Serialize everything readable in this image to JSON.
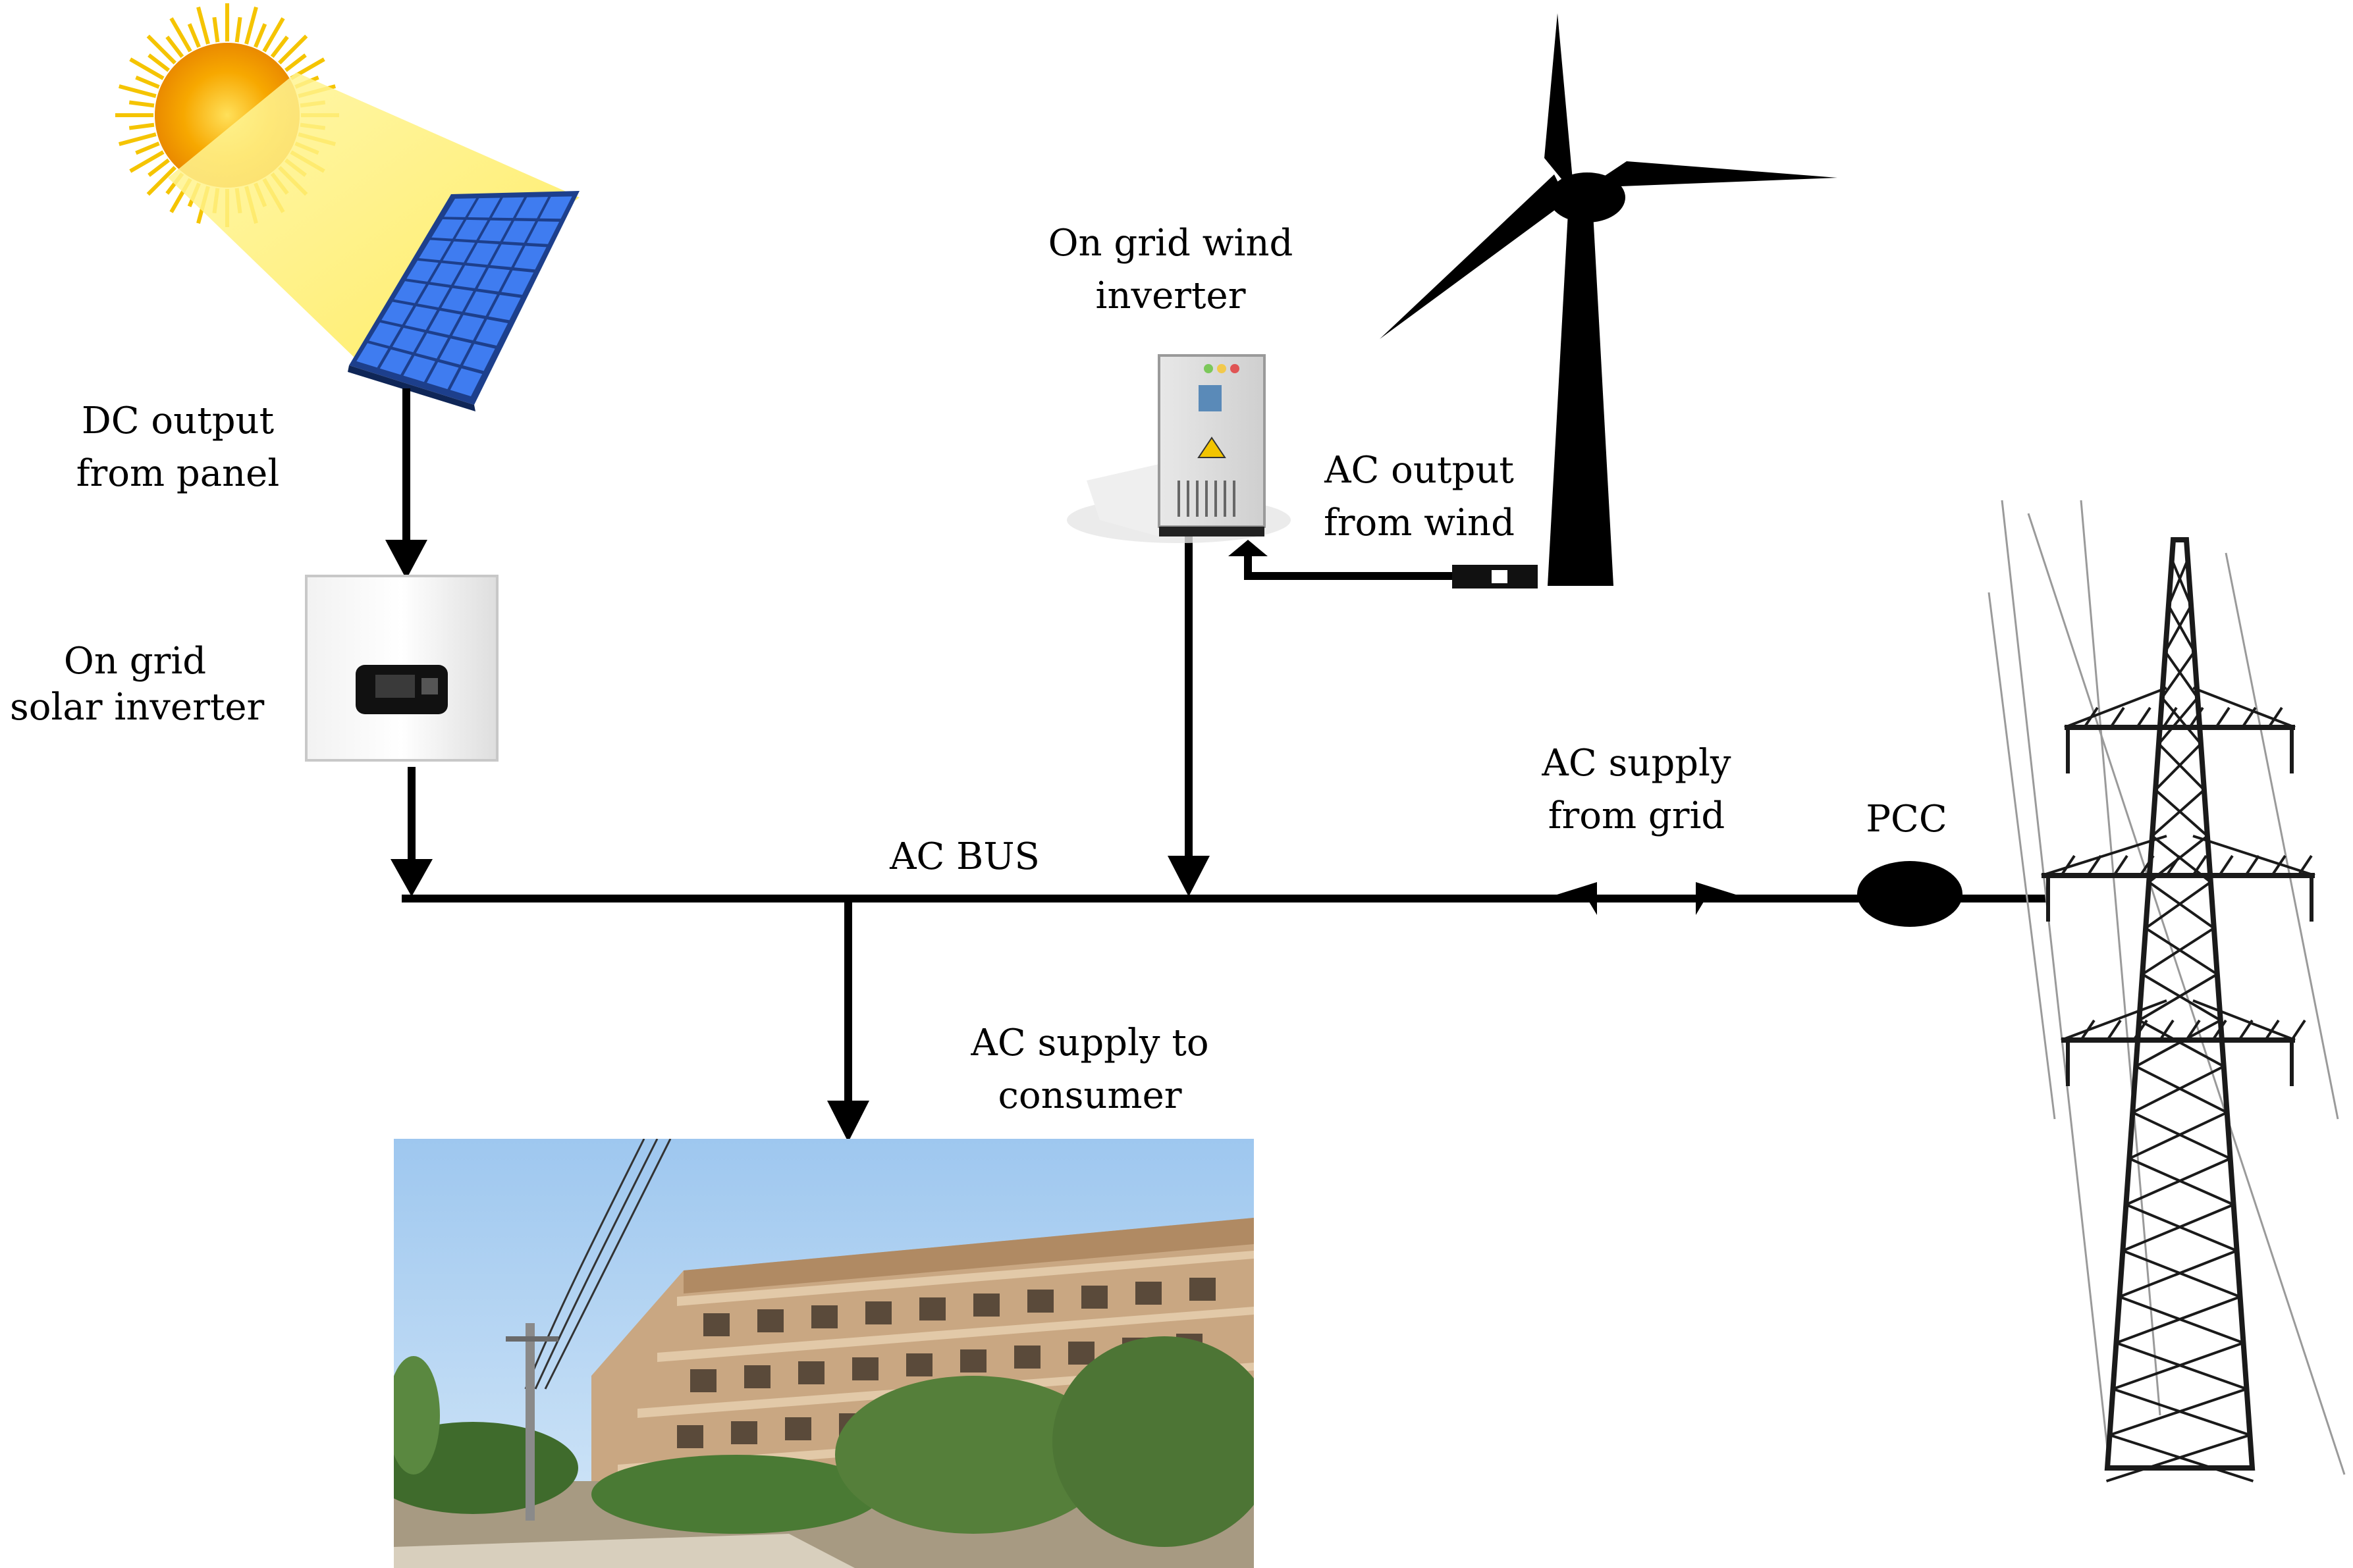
{
  "labels": {
    "dc_output": [
      "DC output",
      "from panel"
    ],
    "solar_inverter": [
      "On grid",
      "solar inverter"
    ],
    "wind_inverter": [
      "On grid wind",
      "inverter"
    ],
    "ac_output_wind": [
      "AC output",
      "from wind"
    ],
    "ac_supply_grid": [
      "AC supply",
      "from grid"
    ],
    "pcc": "PCC",
    "ac_bus": "AC BUS",
    "ac_supply_consumer": [
      "AC supply to",
      "consumer"
    ]
  },
  "icons": {
    "sun": "sun-icon",
    "solar_panel": "solar-panel-icon",
    "solar_inverter": "solar-inverter-icon",
    "wind_inverter": "wind-inverter-cabinet-icon",
    "wind_turbine": "wind-turbine-icon",
    "transmission_tower": "transmission-tower-icon",
    "building": "consumer-building-photo",
    "pcc": "pcc-node"
  },
  "colors": {
    "line": "#000000",
    "sun_core": "#f7a800",
    "sun_ray": "#f5c400",
    "light_beam": "#fff27a",
    "panel_cell": "#2a62d8",
    "sky": "#a9cdf0"
  }
}
